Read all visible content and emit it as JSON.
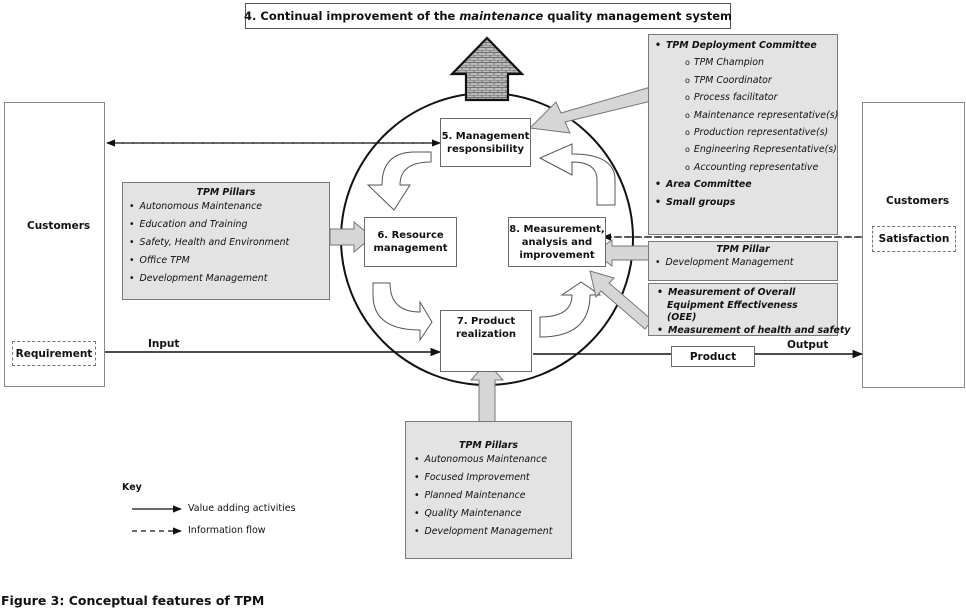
{
  "title": {
    "prefix": "4. Continual improvement of the ",
    "emphasis": "maintenance",
    "suffix": " quality management system"
  },
  "customers_left": {
    "label": "Customers",
    "requirement": "Requirement"
  },
  "customers_right": {
    "label": "Customers",
    "satisfaction": "Satisfaction"
  },
  "flow": {
    "input": "Input",
    "output": "Output",
    "product": "Product"
  },
  "processes": {
    "management": "5. Management responsibility",
    "resource": "6. Resource management",
    "realization": "7. Product realization",
    "measurement": "8. Measurement, analysis and improvement"
  },
  "pillars_left": {
    "heading": "TPM Pillars",
    "items": [
      "Autonomous Maintenance",
      "Education and Training",
      "Safety, Health and Environment",
      "Office TPM",
      "Development Management"
    ]
  },
  "pillars_bottom": {
    "heading": "TPM Pillars",
    "items": [
      "Autonomous Maintenance",
      "Focused Improvement",
      "Planned Maintenance",
      "Quality Maintenance",
      "Development Management"
    ]
  },
  "deployment": {
    "committee": "TPM Deployment Committee",
    "members": [
      "TPM Champion",
      "TPM Coordinator",
      "Process facilitator",
      "Maintenance representative(s)",
      "Production representative(s)",
      "Engineering Representative(s)",
      "Accounting representative"
    ],
    "others": [
      "Area Committee",
      "Small groups"
    ]
  },
  "pillar_right": {
    "heading": "TPM Pillar",
    "items": [
      "Development Management"
    ]
  },
  "measures": {
    "items": [
      "Measurement of Overall Equipment Effectiveness (OEE)",
      "Measurement of health and safety"
    ]
  },
  "key": {
    "heading": "Key",
    "value_adding": "Value adding activities",
    "information": "Information flow"
  },
  "caption": "Figure 3: Conceptual features of TPM"
}
